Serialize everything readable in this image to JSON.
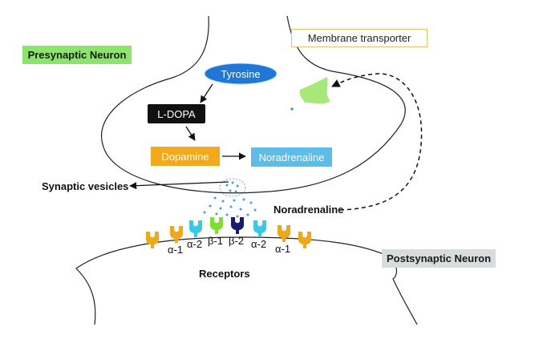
{
  "labels": {
    "presynaptic": "Presynaptic Neuron",
    "postsynaptic": "Postsynaptic Neuron",
    "membrane_transporter": "Membrane transporter",
    "tyrosine": "Tyrosine",
    "ldopa": "L-DOPA",
    "dopamine": "Dopamine",
    "noradrenaline_box": "Noradrenaline",
    "synaptic_vesicles": "Synaptic vesicles",
    "noradrenaline_release": "Noradrenaline",
    "receptors": "Receptors"
  },
  "receptors": [
    {
      "label": "α-1",
      "color": "#f0a818"
    },
    {
      "label": "α-2",
      "color": "#38c8e8"
    },
    {
      "label": "β-1",
      "color": "#7ee02a"
    },
    {
      "label": "β-2",
      "color": "#1c1a70"
    },
    {
      "label": "α-2",
      "color": "#38c8e8"
    },
    {
      "label": "α-1",
      "color": "#f0a818"
    }
  ],
  "colors": {
    "presynaptic_bg": "#8ae66a",
    "postsynaptic_bg": "#d8dcdc",
    "tyrosine": "#1f78d8",
    "ldopa": "#111111",
    "dopamine": "#f5a81c",
    "noradrenaline": "#5bbde8",
    "transporter": "#a8e878",
    "dots": "#4a9ed8",
    "transporter_border": "#f0c060"
  }
}
